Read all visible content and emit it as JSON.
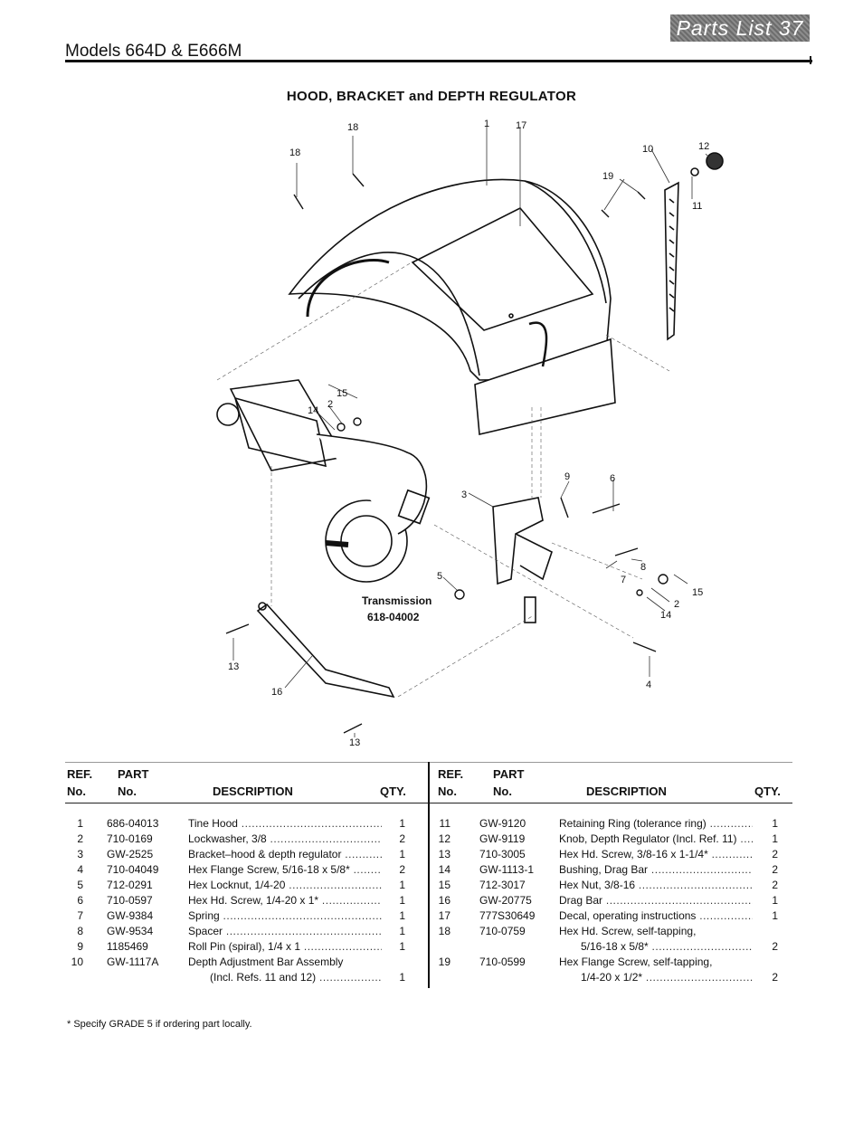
{
  "header": {
    "tab_label": "Parts List 37",
    "models": "Models 664D & E666M"
  },
  "section_title": "HOOD, BRACKET and DEPTH REGULATOR",
  "diagram": {
    "callouts": [
      "18",
      "18",
      "1",
      "17",
      "10",
      "12",
      "19",
      "11",
      "15",
      "2",
      "14",
      "9",
      "6",
      "3",
      "8",
      "7",
      "5",
      "15",
      "2",
      "14",
      "13",
      "16",
      "4",
      "13"
    ],
    "transmission_label": "Transmission",
    "transmission_part": "618-04002"
  },
  "table": {
    "headers": {
      "ref": "REF.",
      "no": "No.",
      "part": "PART",
      "part_no": "No.",
      "description": "DESCRIPTION",
      "qty": "QTY."
    },
    "left_rows": [
      {
        "ref": "1",
        "part": "686-04013",
        "desc": "Tine Hood",
        "qty": "1"
      },
      {
        "ref": "2",
        "part": "710-0169",
        "desc": "Lockwasher, 3/8",
        "qty": "2"
      },
      {
        "ref": "3",
        "part": "GW-2525",
        "desc": "Bracket–hood & depth regulator",
        "qty": "1"
      },
      {
        "ref": "4",
        "part": "710-04049",
        "desc": "Hex Flange Screw, 5/16-18 x 5/8*",
        "qty": "2"
      },
      {
        "ref": "5",
        "part": "712-0291",
        "desc": "Hex Locknut, 1/4-20",
        "qty": "1"
      },
      {
        "ref": "6",
        "part": "710-0597",
        "desc": "Hex Hd. Screw, 1/4-20 x 1*",
        "qty": "1"
      },
      {
        "ref": "7",
        "part": "GW-9384",
        "desc": "Spring",
        "qty": "1"
      },
      {
        "ref": "8",
        "part": "GW-9534",
        "desc": "Spacer",
        "qty": "1"
      },
      {
        "ref": "9",
        "part": "1185469",
        "desc": "Roll Pin (spiral), 1/4 x 1",
        "qty": "1"
      },
      {
        "ref": "10",
        "part": "GW-1117A",
        "desc": "Depth Adjustment Bar Assembly",
        "qty": ""
      },
      {
        "ref": "",
        "part": "",
        "desc": "(Incl. Refs. 11 and 12)",
        "qty": "1"
      }
    ],
    "right_rows": [
      {
        "ref": "11",
        "part": "GW-9120",
        "desc": "Retaining Ring (tolerance ring)",
        "qty": "1"
      },
      {
        "ref": "12",
        "part": "GW-9119",
        "desc": "Knob, Depth Regulator (Incl. Ref. 11)",
        "qty": "1"
      },
      {
        "ref": "13",
        "part": "710-3005",
        "desc": "Hex Hd. Screw, 3/8-16 x 1-1/4*",
        "qty": "2"
      },
      {
        "ref": "14",
        "part": "GW-1113-1",
        "desc": "Bushing, Drag Bar",
        "qty": "2"
      },
      {
        "ref": "15",
        "part": "712-3017",
        "desc": "Hex Nut, 3/8-16",
        "qty": "2"
      },
      {
        "ref": "16",
        "part": "GW-20775",
        "desc": "Drag Bar",
        "qty": "1"
      },
      {
        "ref": "17",
        "part": "777S30649",
        "desc": "Decal, operating instructions",
        "qty": "1"
      },
      {
        "ref": "18",
        "part": "710-0759",
        "desc": "Hex Hd. Screw, self-tapping,",
        "qty": ""
      },
      {
        "ref": "",
        "part": "",
        "desc": "5/16-18 x 5/8*",
        "qty": "2"
      },
      {
        "ref": "19",
        "part": "710-0599",
        "desc": "Hex Flange Screw, self-tapping,",
        "qty": ""
      },
      {
        "ref": "",
        "part": "",
        "desc": "1/4-20 x 1/2*",
        "qty": "2"
      }
    ]
  },
  "footnote": "* Specify GRADE 5 if ordering part locally."
}
